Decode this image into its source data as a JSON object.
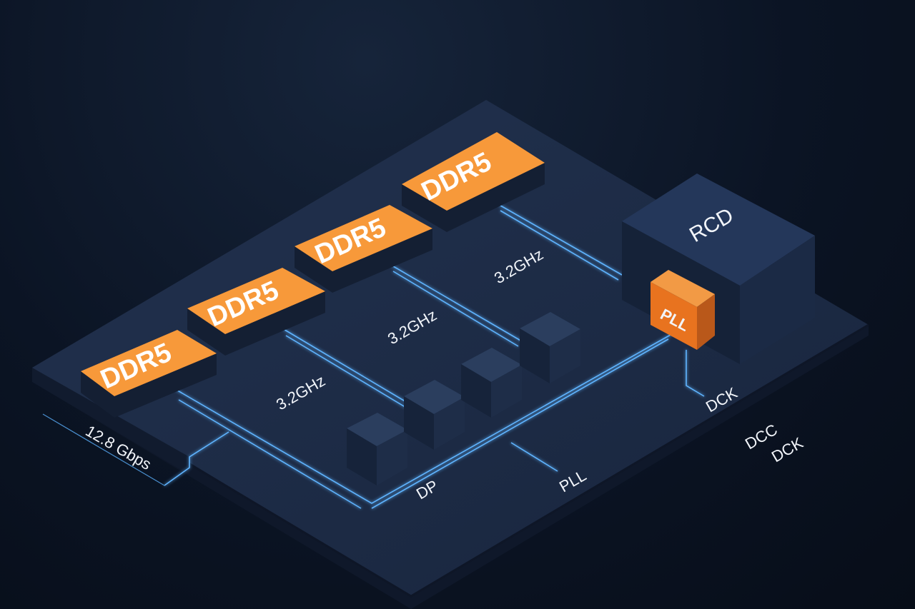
{
  "diagram": {
    "memory_chips": [
      {
        "label": "DDR5"
      },
      {
        "label": "DDR5"
      },
      {
        "label": "DDR5"
      },
      {
        "label": "DDR5"
      }
    ],
    "frequency_labels": [
      "3.2GHz",
      "3.2GHz",
      "3.2GHz"
    ],
    "rcd": {
      "label": "RCD"
    },
    "pll_chip": {
      "label": "PLL"
    },
    "bandwidth_label": "12.8 Gbps",
    "signal_labels": {
      "dp": "DP",
      "pll": "PLL",
      "dck": "DCK",
      "dcc": "DCC",
      "dck2": "DCK"
    },
    "colors": {
      "chip": "#f7993a",
      "board": "#1b2a44",
      "trace": "#5fb4ff",
      "pll": "#e8731f"
    }
  }
}
